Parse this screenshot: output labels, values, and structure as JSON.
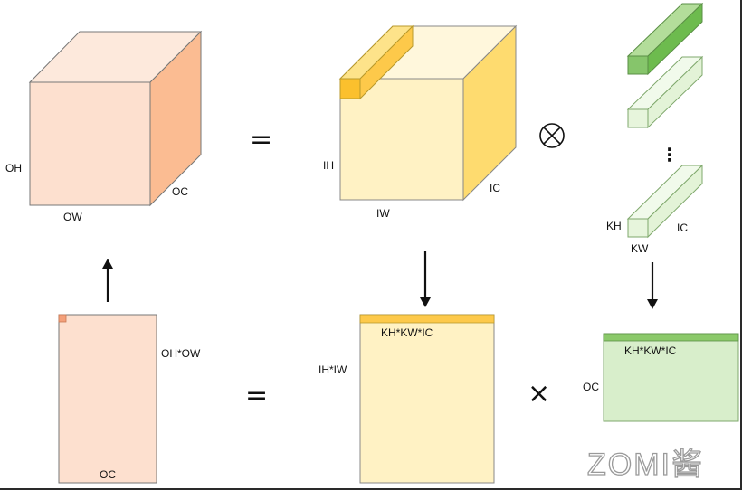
{
  "labels": {
    "out_cube": {
      "height": "OH",
      "width": "OW",
      "depth": "OC"
    },
    "in_cube": {
      "height": "IH",
      "width": "IW",
      "depth": "IC"
    },
    "kernel": {
      "height": "KH",
      "width": "KW",
      "depth": "IC",
      "ellipsis": "⋮"
    },
    "out_matrix": {
      "rows": "OH*OW",
      "cols": "OC"
    },
    "in_matrix": {
      "rows": "IH*IW",
      "cols": "KH*KW*IC"
    },
    "kernel_matrix": {
      "rows": "OC",
      "cols": "KH*KW*IC"
    }
  },
  "operators": {
    "equals": "=",
    "conv": "⊗",
    "matmul": "×"
  },
  "watermark": "ZOMI酱",
  "colors": {
    "peach_front": "#fde0cf",
    "peach_side": "#fbbc92",
    "peach_accent": "#f4a07a",
    "yellow_front": "#fff2c4",
    "yellow_side": "#fedb6f",
    "yellow_top": "#fff7dc",
    "yellow_accent": "#fdc94a",
    "green_dark": "#86c56b",
    "green_light": "#e7f5dc",
    "green_matrix": "#d8eecb",
    "green_bar": "#8bc96a",
    "stroke": "#555555"
  }
}
